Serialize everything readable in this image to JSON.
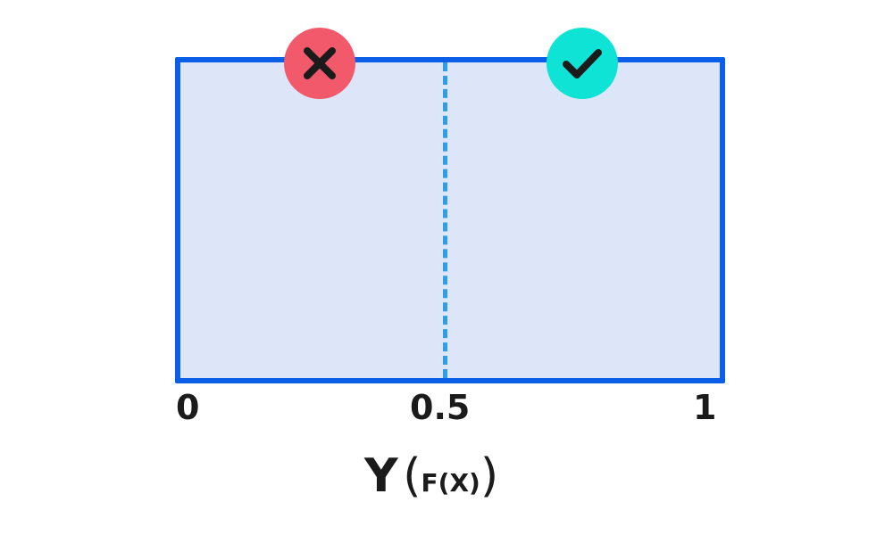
{
  "badges": {
    "left_icon": "x-icon",
    "left_color": "#f25a6b",
    "right_icon": "check-icon",
    "right_color": "#0ee3d6"
  },
  "colors": {
    "box_fill": "#dce6f8",
    "box_border": "#0a5fe6",
    "divider": "#2f9ee6",
    "text": "#1b1b1b"
  },
  "axis": {
    "ticks": [
      "0",
      "0.5",
      "1"
    ],
    "label_main": "Y",
    "label_open": "(",
    "label_inner": "F(X)",
    "label_close": ")"
  }
}
